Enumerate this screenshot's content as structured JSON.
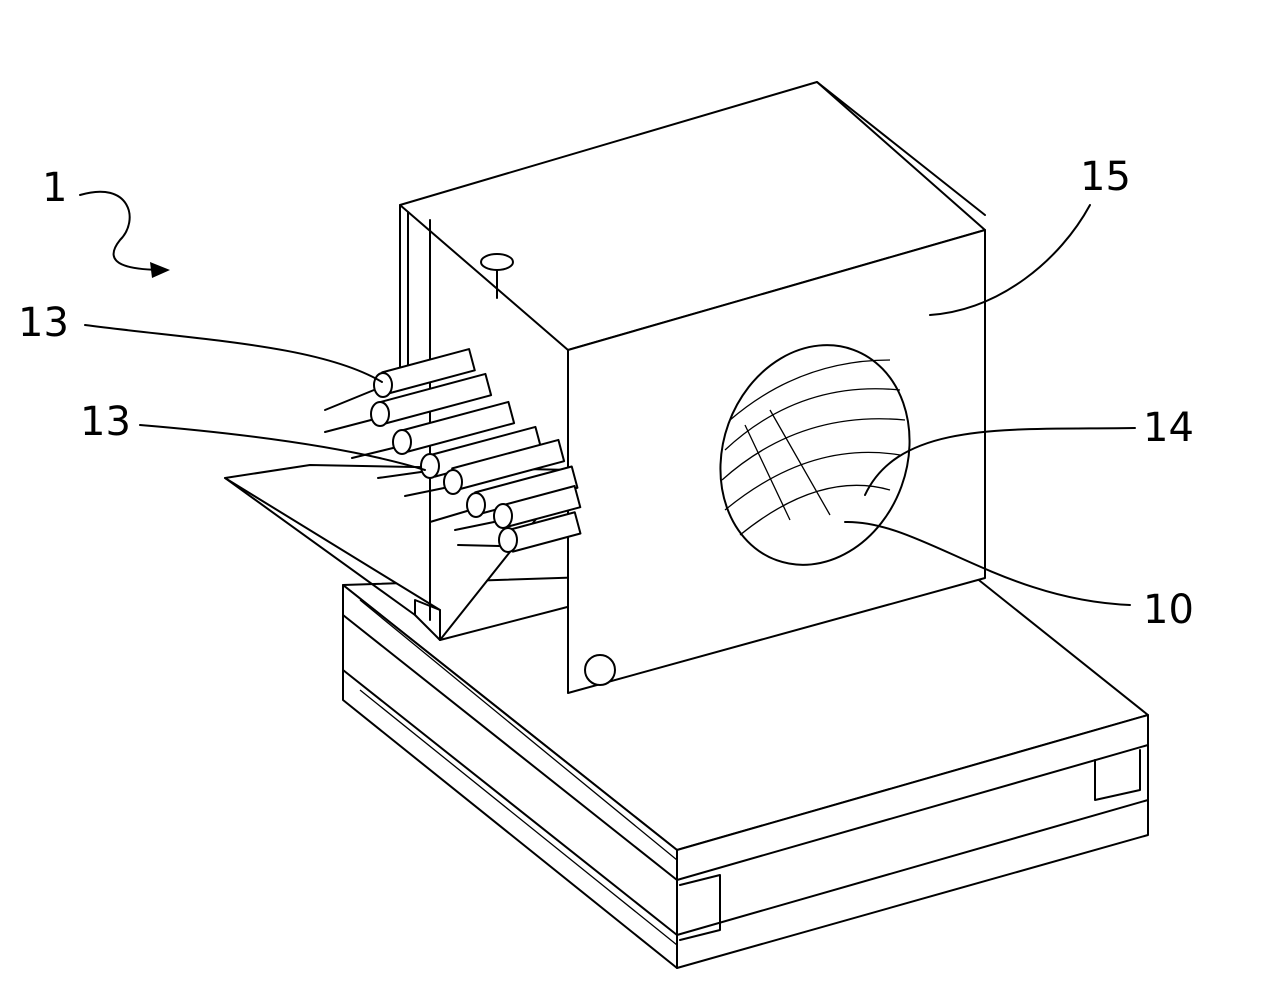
{
  "figure": {
    "labels": {
      "device": "1",
      "tube_upper": "13",
      "tube_lower": "13",
      "housing": "15",
      "element_14": "14",
      "element_10": "10"
    }
  }
}
